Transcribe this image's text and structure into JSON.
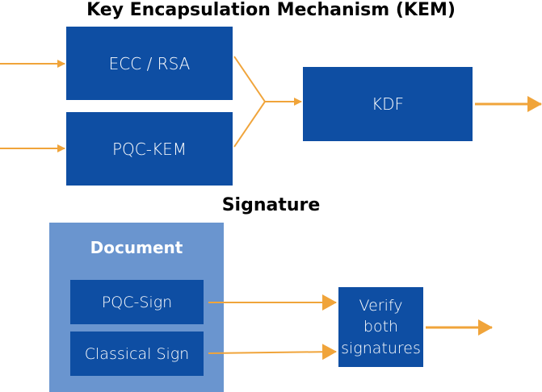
{
  "kem": {
    "title": "Key Encapsulation Mechanism (KEM)",
    "ecc_label": "ECC / RSA",
    "pqc_label": "PQC-KEM",
    "kdf_label": "KDF"
  },
  "signature": {
    "title": "Signature",
    "document_label": "Document",
    "pqc_sign_label": "PQC-Sign",
    "classical_sign_label": "Classical Sign",
    "verify_label": "Verify\nboth\nsignatures"
  },
  "colors": {
    "box_fill": "#0e4ea3",
    "document_fill": "#6a95cf",
    "arrow": "#f0a43a",
    "text_on_box": "#ffffff"
  }
}
